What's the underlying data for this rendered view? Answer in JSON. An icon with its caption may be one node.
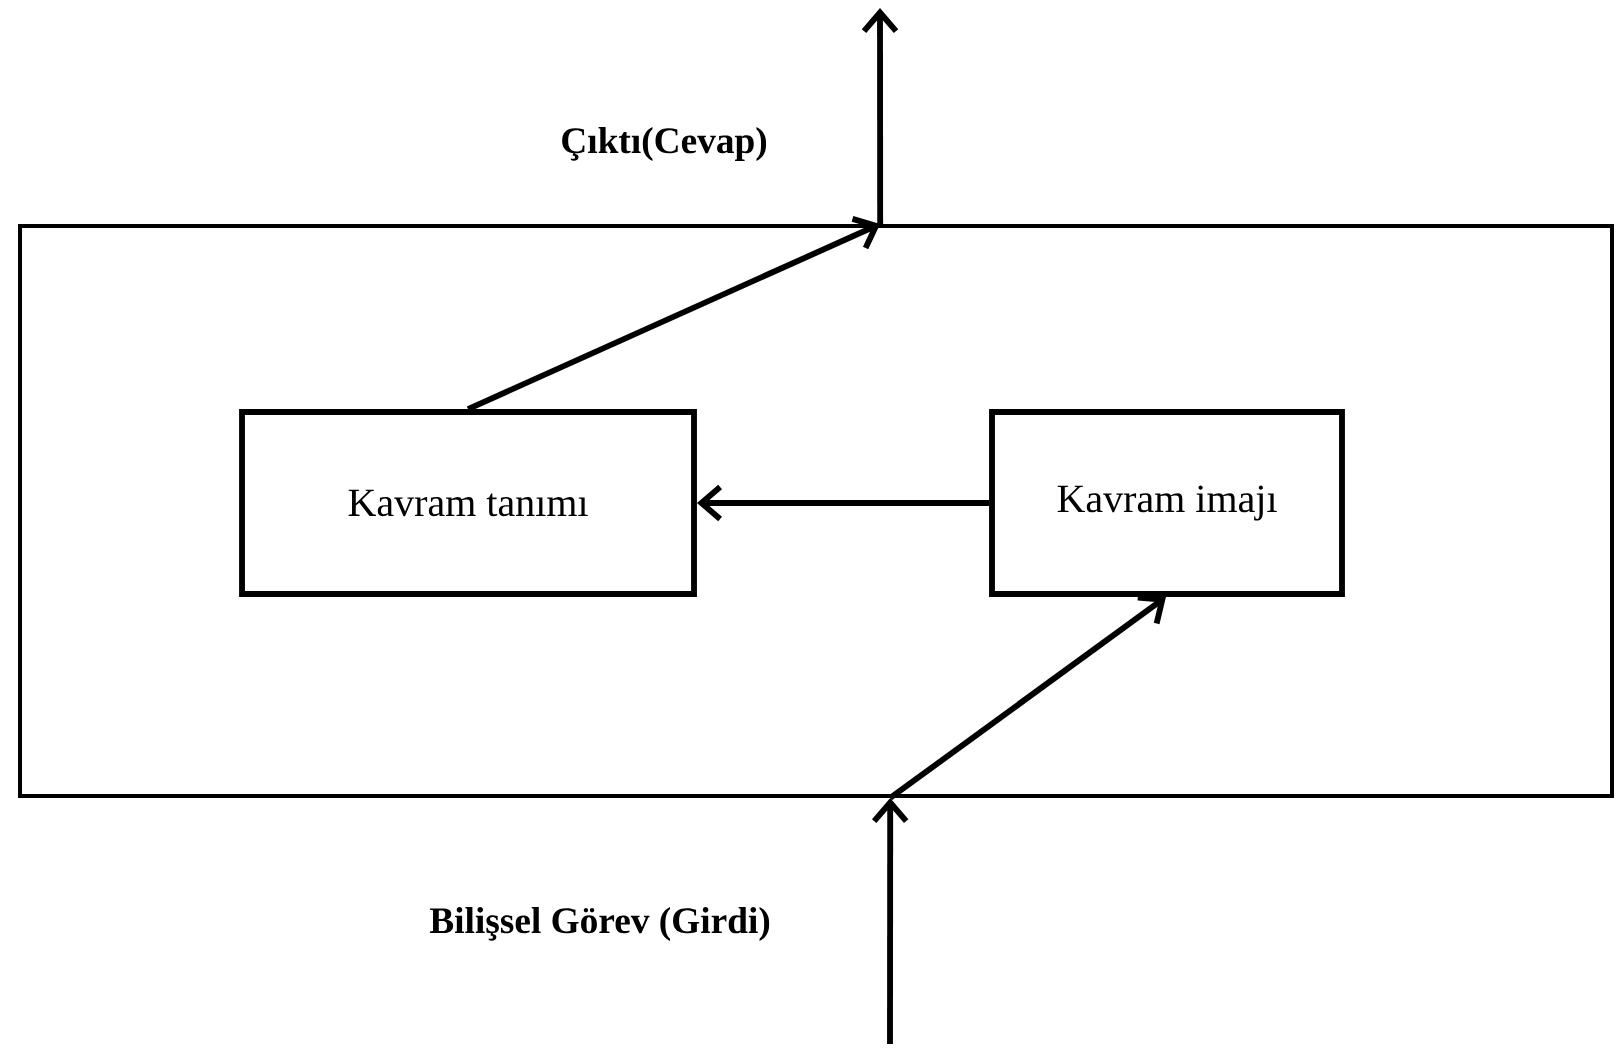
{
  "diagram": {
    "nodes": [
      {
        "text": [],
        "shape": "box"
      },
      {
        "text": [
          "Kavram tanımı"
        ],
        "in": 0
      },
      {
        "text": [
          "Kavram imajı"
        ],
        "in": 0
      }
    ],
    "edges": [
      {
        "from": null,
        "to": 0,
        "arrow": "to",
        "label": "Bilişsel Görev (Girdi)"
      },
      {
        "from": 0,
        "to": 2,
        "arrow": "to"
      },
      {
        "from": 2,
        "to": 1,
        "arrow": "to"
      },
      {
        "from": 1,
        "to": 0,
        "arrow": "to"
      },
      {
        "from": 0,
        "to": null,
        "arrow": "to",
        "label": "Çıktı(Cevap)"
      }
    ]
  }
}
